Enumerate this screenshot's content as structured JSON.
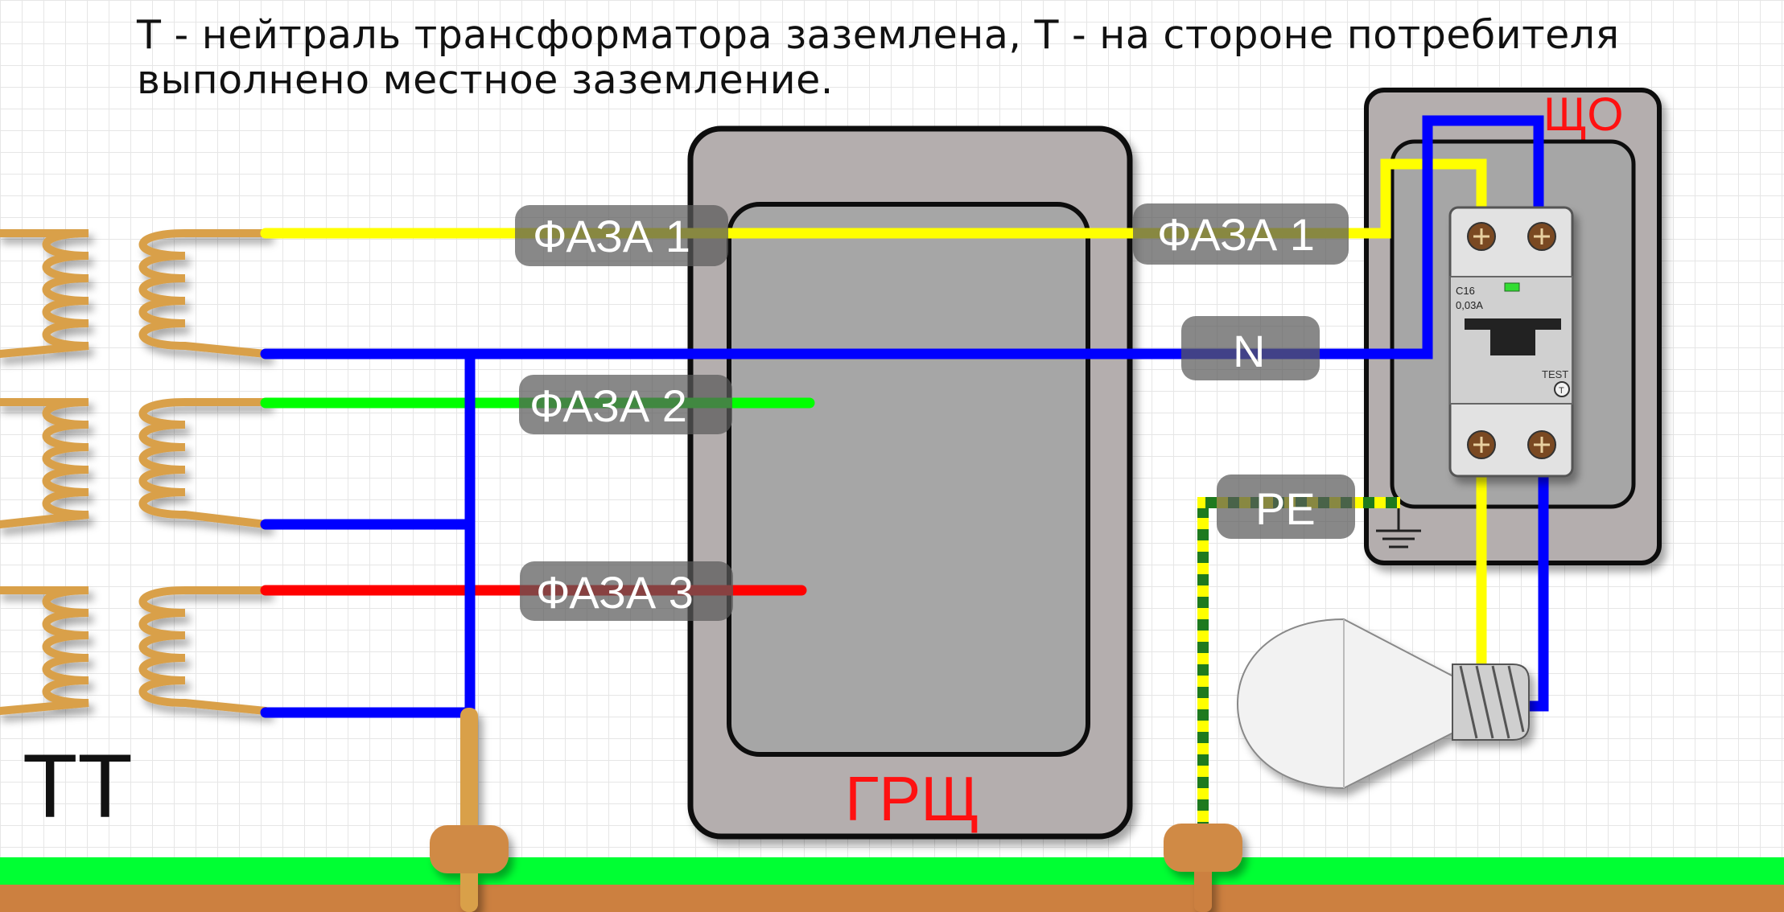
{
  "caption": {
    "line1": "Т - нейтраль трансформатора заземлена, Т - на стороне потребителя",
    "line2": "выполнено местное заземление."
  },
  "labels": {
    "system": "ТТ",
    "main_board": "ГРЩ",
    "floor_board": "ЩО",
    "phase1_left": "ФАЗА 1",
    "phase1_right": "ФАЗА 1",
    "phase2": "ФАЗА 2",
    "phase3": "ФАЗА 3",
    "neutral": "N",
    "pe": "PE"
  },
  "rcbo": {
    "rating": "C16",
    "leakage": "0,03A",
    "test": "TEST",
    "test_symbol": "T"
  },
  "colors": {
    "phase1": "#ffff00",
    "phase2": "#00ff00",
    "phase3": "#ff0000",
    "neutral": "#0000ff",
    "pe_green": "#1e7a1e",
    "pe_yellow": "#ffff00",
    "copper": "#d9a04a",
    "ground_grass": "#00ff33",
    "ground_soil": "#cc8040",
    "label_red": "#ff1111"
  }
}
